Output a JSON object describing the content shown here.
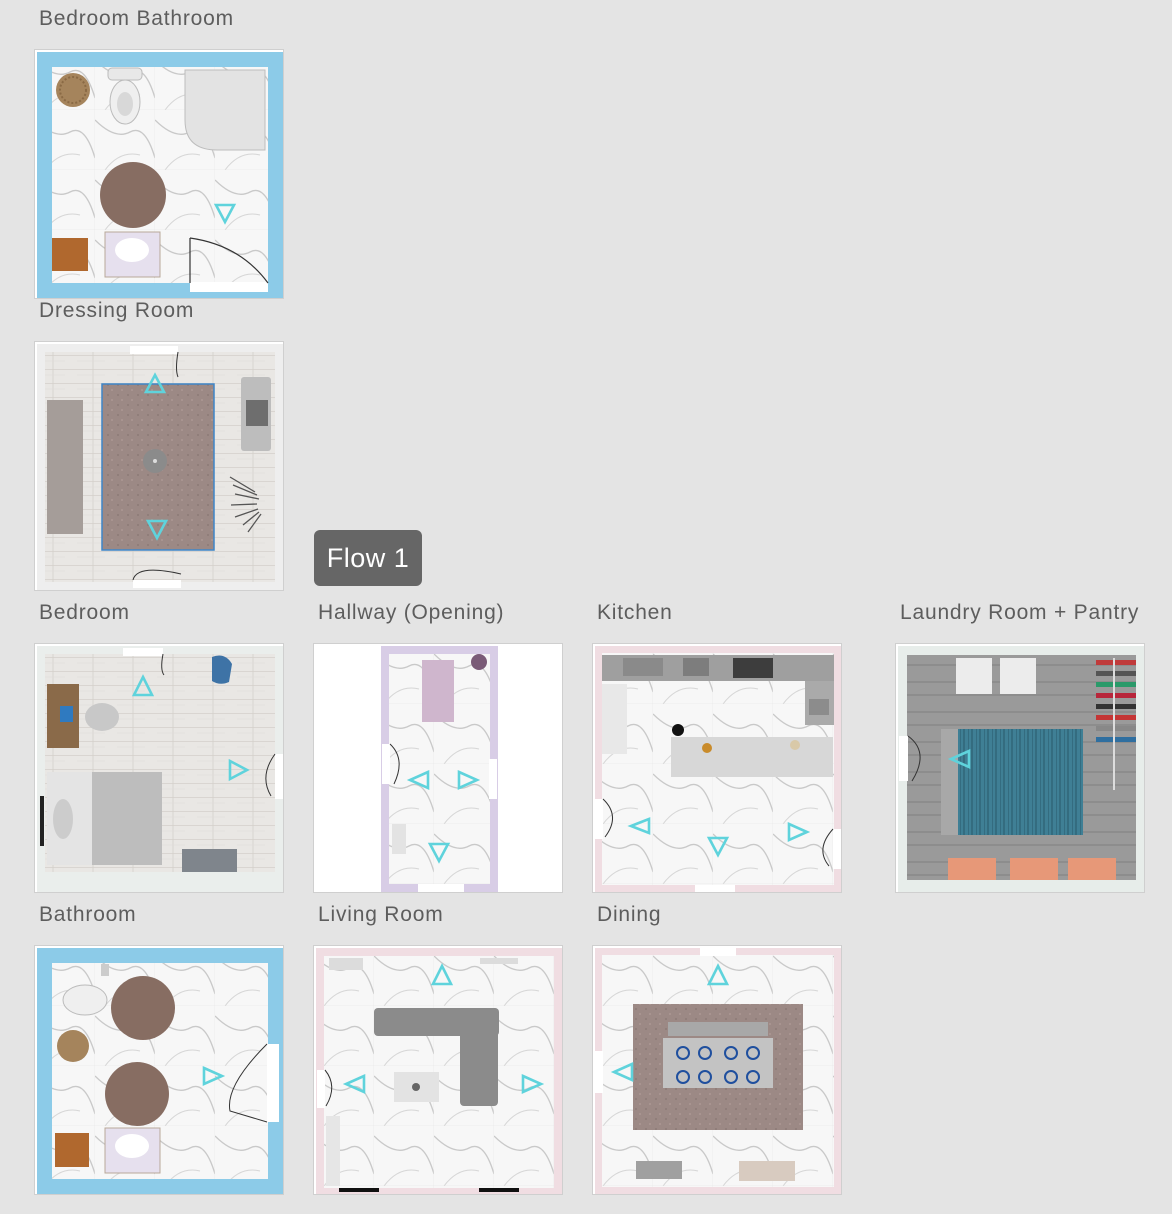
{
  "flow_badge": "Flow 1",
  "rooms": [
    {
      "id": "bedroom-bathroom",
      "label": "Bedroom Bathroom"
    },
    {
      "id": "dressing-room",
      "label": "Dressing Room"
    },
    {
      "id": "bedroom",
      "label": "Bedroom"
    },
    {
      "id": "hallway",
      "label": "Hallway (Opening)"
    },
    {
      "id": "kitchen",
      "label": "Kitchen"
    },
    {
      "id": "laundry",
      "label": "Laundry Room + Pantry"
    },
    {
      "id": "bathroom",
      "label": "Bathroom"
    },
    {
      "id": "living-room",
      "label": "Living Room"
    },
    {
      "id": "dining",
      "label": "Dining"
    }
  ],
  "colors": {
    "background": "#e4e4e4",
    "flow_marker": "#5fd3dc",
    "bathroom_wall": "#8ccbe8",
    "pink_wall": "#f0dde2",
    "lavender_wall": "#d8cde6",
    "badge": "#666666"
  },
  "icons": [
    "flow-arrow-icon",
    "door-icon"
  ]
}
